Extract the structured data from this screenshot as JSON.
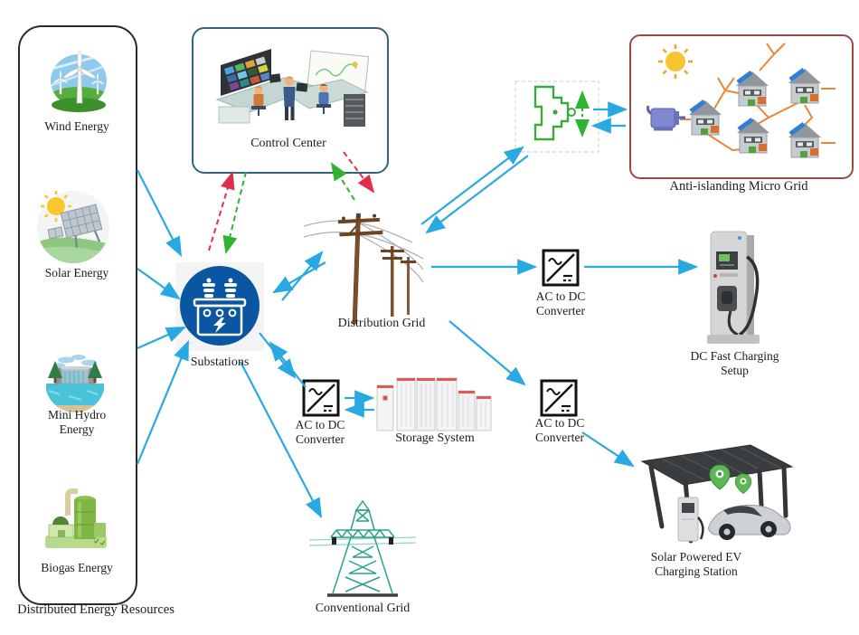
{
  "colors": {
    "arrow_cyan": "#29A9E1",
    "dashed_red": "#E03048",
    "dashed_green": "#2EB430",
    "substation_blue": "#0A56A3",
    "control_center_border": "#33647E",
    "micro_grid_border": "#9B4744",
    "micro_grid_lines": "#E8873A",
    "conventional_grid_teal": "#2AA385"
  },
  "der_panel": {
    "title": "Distributed Energy Resources",
    "items": [
      {
        "label": "Wind Energy"
      },
      {
        "label": "Solar Energy"
      },
      {
        "label": "Mini Hydro Energy"
      },
      {
        "label": "Biogas Energy"
      }
    ]
  },
  "control_center": {
    "label": "Control Center"
  },
  "substations": {
    "label": "Substations"
  },
  "distribution_grid": {
    "label": "Distribution Grid"
  },
  "micro_grid": {
    "label": "Anti-islanding Micro Grid"
  },
  "converters": {
    "to_fast_charging": {
      "line1": "AC to DC",
      "line2": "Converter"
    },
    "to_storage": {
      "line1": "AC to DC",
      "line2": "Converter"
    },
    "to_ev_station": {
      "line1": "AC to DC",
      "line2": "Converter"
    }
  },
  "dc_fast_charging": {
    "line1": "DC Fast Charging",
    "line2": "Setup"
  },
  "storage_system": {
    "label": "Storage System"
  },
  "conventional_grid": {
    "label": "Conventional Grid"
  },
  "ev_station": {
    "line1": "Solar Powered EV",
    "line2": "Charging Station"
  }
}
